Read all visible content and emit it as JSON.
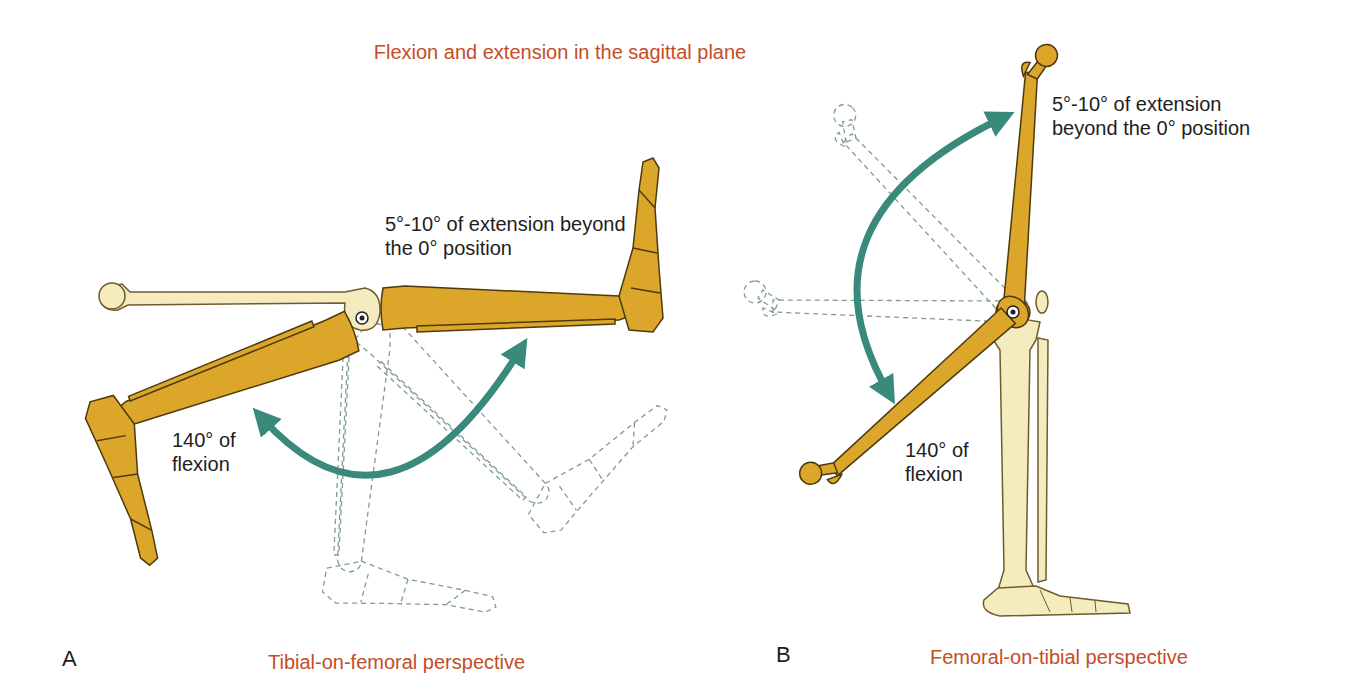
{
  "diagram": {
    "title": "Flexion and extension in the sagittal plane",
    "labels": [
      "5°-10° of extension beyond the 0° position",
      "140° of flexion",
      "A",
      "Tibial-on-femoral perspective",
      "5°-10° of extension beyond the 0° position",
      "140° of flexion",
      "B",
      "Femoral-on-tibial perspective"
    ]
  }
}
